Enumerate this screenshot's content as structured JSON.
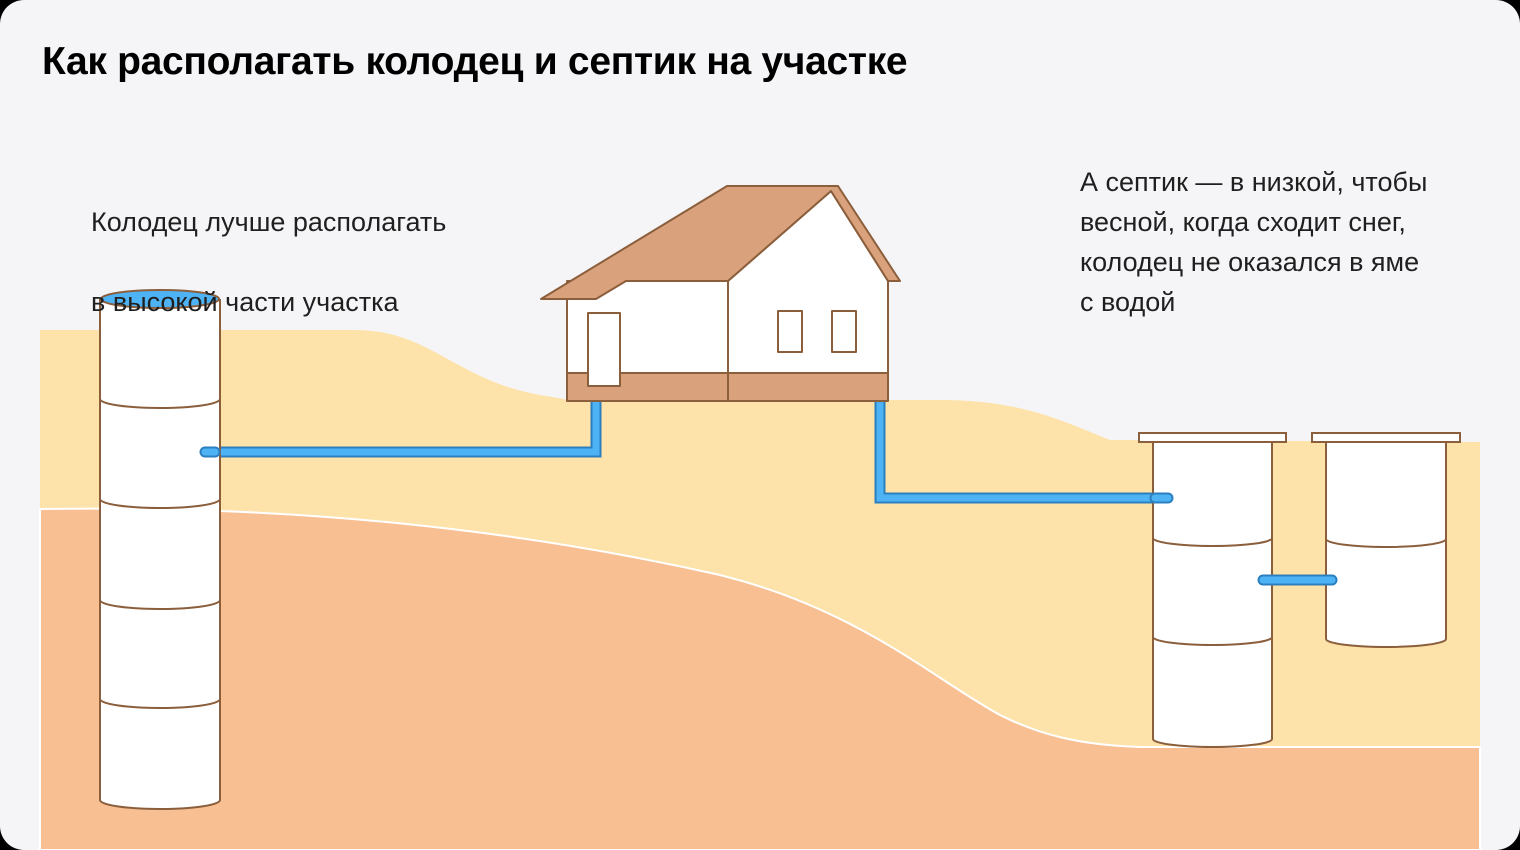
{
  "title": "Как располагать колодец и септик на участке",
  "captions": {
    "well_line1": "Колодец лучше располагать",
    "well_line2": "в высокой части участка",
    "septic_text": "А септик — в низкой, чтобы\nвесной, когда сходит снег,\nколодец не оказался в яме\nс водой"
  },
  "colors": {
    "background": "#f5f5f7",
    "topsoil": "#fde3aa",
    "subsoil": "#f8bf93",
    "outline": "#8b5e3c",
    "roof": "#d9a27d",
    "pipe": "#4db3f5",
    "water": "#4db3f5",
    "ring": "#ffffff"
  }
}
